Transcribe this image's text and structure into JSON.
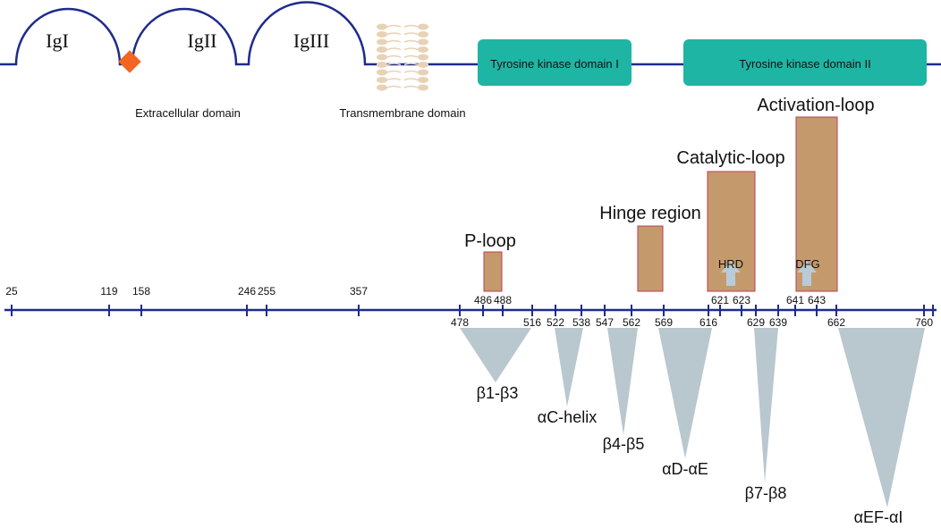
{
  "colors": {
    "line": "#1f2b8c",
    "diamond": "#f26522",
    "kinase": "#1fb5a4",
    "region_fill": "#c49a6c",
    "region_stroke": "#c0395a",
    "triangle": "#b9c7ce",
    "arrow": "#b8cbd6",
    "lipid": "#e8d2b6"
  },
  "domains": {
    "ig": [
      "IgI",
      "IgII",
      "IgIII"
    ],
    "extracellular": "Extracellular domain",
    "transmembrane": "Transmembrane domain",
    "kinase": [
      "Tyrosine kinase domain I",
      "Tyrosine kinase domain II"
    ]
  },
  "regions": [
    {
      "name": "P-loop",
      "ticks": [
        "486",
        "488"
      ],
      "marker": ""
    },
    {
      "name": "Hinge region",
      "ticks": [],
      "marker": ""
    },
    {
      "name": "Catalytic-loop",
      "ticks": [
        "621",
        "623"
      ],
      "marker": "HRD"
    },
    {
      "name": "Activation-loop",
      "ticks": [
        "641",
        "643"
      ],
      "marker": "DFG"
    }
  ],
  "axis": {
    "above": [
      "25",
      "119",
      "158",
      "246",
      "255",
      "357"
    ],
    "below": [
      "478",
      "516",
      "522",
      "538",
      "547",
      "562",
      "569",
      "616",
      "629",
      "639",
      "662",
      "760"
    ]
  },
  "elements": [
    "β1-β3",
    "αC-helix",
    "β4-β5",
    "αD-αE",
    "β7-β8",
    "αEF-αI"
  ]
}
